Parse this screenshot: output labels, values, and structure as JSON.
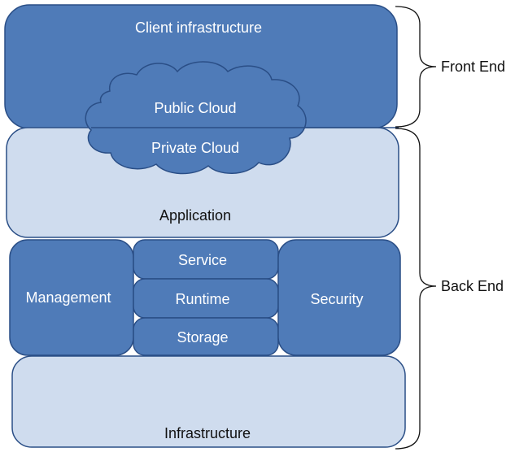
{
  "colors": {
    "dark_fill": "#4f7bb8",
    "light_fill": "#cfdcee",
    "stroke": "#2a4e86",
    "dark_text": "#ffffff",
    "light_text": "#111111"
  },
  "layers": {
    "client_infrastructure": "Client infrastructure",
    "public_cloud": "Public Cloud",
    "private_cloud": "Private Cloud",
    "application": "Application",
    "management": "Management",
    "service": "Service",
    "runtime": "Runtime",
    "storage": "Storage",
    "security": "Security",
    "infrastructure": "Infrastructure"
  },
  "brackets": {
    "front_end": "Front End",
    "back_end": "Back End"
  }
}
